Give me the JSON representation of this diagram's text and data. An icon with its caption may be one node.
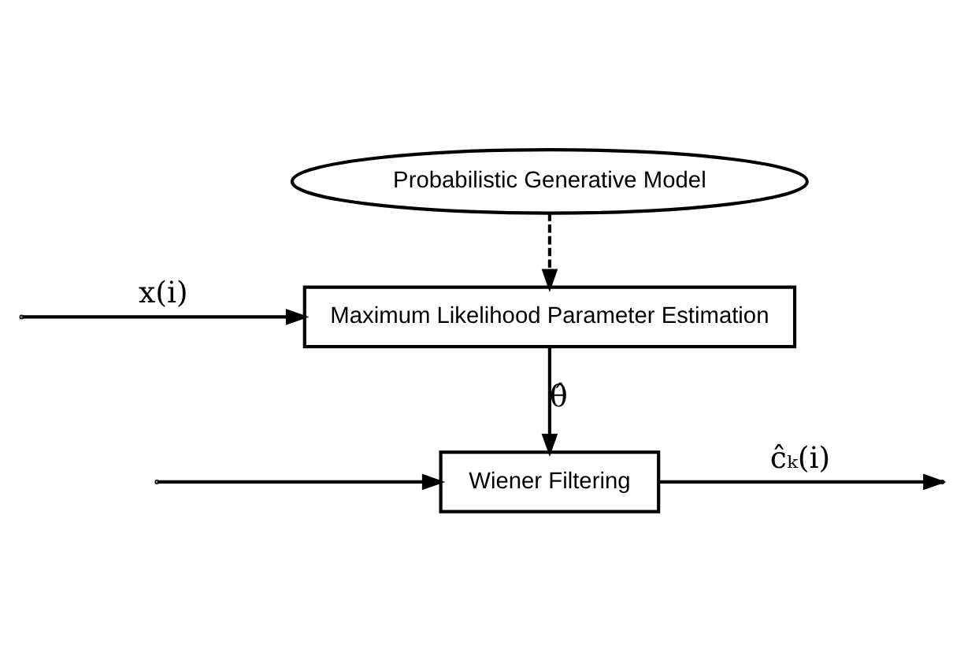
{
  "diagram": {
    "nodes": [
      {
        "text": [
          "Probabilistic Generative Model"
        ]
      },
      {
        "text": [
          "Maximum Likelihood Parameter Estimation"
        ]
      },
      {
        "text": [
          "Wiener Filtering"
        ]
      }
    ],
    "edges": [
      {
        "from": 0,
        "to": 1,
        "arrow": "to",
        "style": "dashed"
      },
      {
        "from": null,
        "to": 1,
        "arrow": "to",
        "label": "x(i)"
      },
      {
        "from": null,
        "to": 2,
        "arrow": "to"
      },
      {
        "from": 1,
        "to": 2,
        "arrow": "to",
        "label": "θ̂"
      },
      {
        "from": 2,
        "to": null,
        "arrow": "to",
        "label": "ĉₖ(i)"
      }
    ]
  }
}
